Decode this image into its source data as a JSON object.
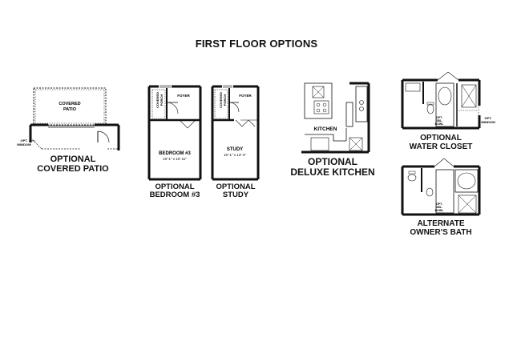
{
  "page": {
    "title": "FIRST FLOOR OPTIONS"
  },
  "plans": {
    "patio": {
      "room_line1": "COVERED",
      "room_line2": "PATIO",
      "window_line1": "OPT.",
      "window_line2": "WINDOW",
      "caption_line1": "OPTIONAL",
      "caption_line2": "COVERED PATIO"
    },
    "bedroom": {
      "porch_line1": "COVERED",
      "porch_line2": "PORCH",
      "foyer": "FOYER",
      "room": "BEDROOM #3",
      "dims": "10'-1\" x 10'-11\"",
      "caption_line1": "OPTIONAL",
      "caption_line2": "BEDROOM #3"
    },
    "study": {
      "porch_line1": "COVERED",
      "porch_line2": "PORCH",
      "foyer": "FOYER",
      "room": "STUDY",
      "dims": "10'-1\" x 13'-4\"",
      "caption_line1": "OPTIONAL",
      "caption_line2": "STUDY"
    },
    "kitchen": {
      "room": "KITCHEN",
      "caption_line1": "OPTIONAL",
      "caption_line2": "DELUXE KITCHEN"
    },
    "water_closet": {
      "window_line1": "OPT.",
      "window_line2": "WINDOW",
      "bowl_line1": "OPT.",
      "bowl_line2": "DBL.",
      "bowl_line3": "BOWL",
      "caption_line1": "OPTIONAL",
      "caption_line2": "WATER CLOSET"
    },
    "owners_bath": {
      "bowl_line1": "OPT.",
      "bowl_line2": "DBL.",
      "bowl_line3": "BOWL",
      "caption_line1": "ALTERNATE",
      "caption_line2": "OWNER'S BATH"
    }
  }
}
